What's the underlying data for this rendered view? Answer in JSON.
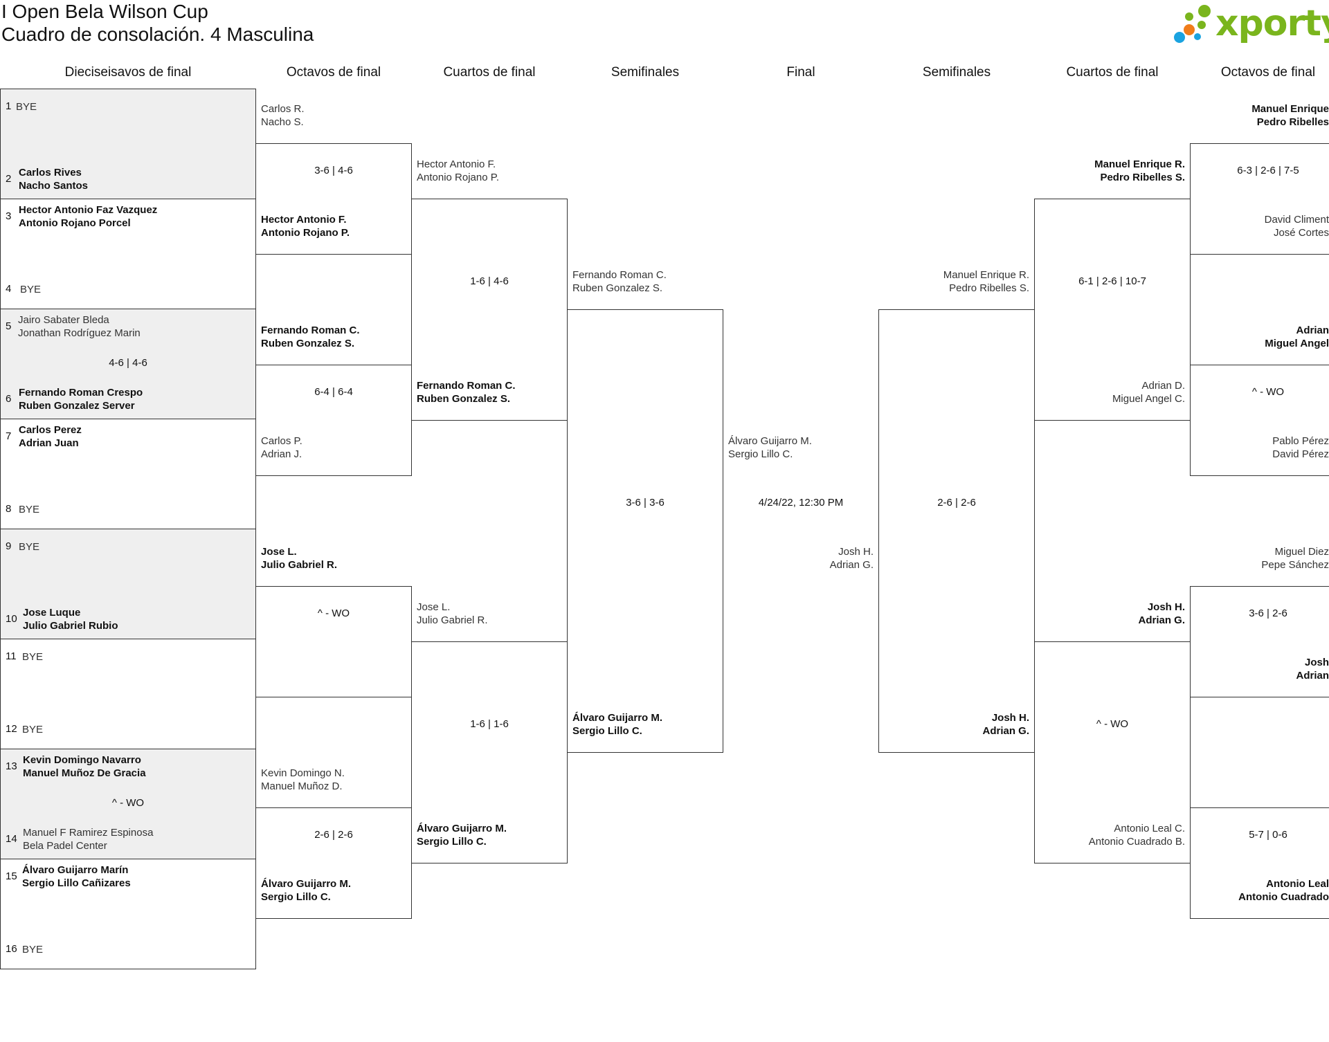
{
  "header": {
    "title": "I Open Bela Wilson Cup",
    "subtitle": "Cuadro de consolación. 4 Masculina",
    "brand": "xporty",
    "brand_color": "#7ab51d"
  },
  "columns": [
    "Dieciseisavos de final",
    "Octavos de final",
    "Cuartos de final",
    "Semifinales",
    "Final",
    "Semifinales",
    "Cuartos de final",
    "Octavos de final"
  ],
  "r32": {
    "slots": [
      {
        "num": "1",
        "p1": "BYE",
        "p2": ""
      },
      {
        "num": "2",
        "p1": "Carlos Rives",
        "p2": "Nacho Santos"
      },
      {
        "num": "3",
        "p1": "Hector Antonio Faz Vazquez",
        "p2": "Antonio Rojano Porcel"
      },
      {
        "num": "4",
        "p1": "BYE",
        "p2": ""
      },
      {
        "num": "5",
        "p1": "Jairo Sabater Bleda",
        "p2": "Jonathan Rodríguez Marin"
      },
      {
        "num": "6",
        "p1": "Fernando Roman Crespo",
        "p2": "Ruben Gonzalez Server"
      },
      {
        "num": "7",
        "p1": "Carlos Perez",
        "p2": "Adrian Juan"
      },
      {
        "num": "8",
        "p1": "BYE",
        "p2": ""
      },
      {
        "num": "9",
        "p1": "BYE",
        "p2": ""
      },
      {
        "num": "10",
        "p1": "Jose Luque",
        "p2": "Julio Gabriel Rubio"
      },
      {
        "num": "11",
        "p1": "BYE",
        "p2": ""
      },
      {
        "num": "12",
        "p1": "BYE",
        "p2": ""
      },
      {
        "num": "13",
        "p1": "Kevin Domingo Navarro",
        "p2": "Manuel Muñoz De Gracia"
      },
      {
        "num": "14",
        "p1": "Manuel F Ramirez Espinosa",
        "p2": "Bela Padel Center"
      },
      {
        "num": "15",
        "p1": "Álvaro Guijarro Marín",
        "p2": "Sergio Lillo Cañizares"
      },
      {
        "num": "16",
        "p1": "BYE",
        "p2": ""
      }
    ],
    "scores": [
      "4-6 | 4-6",
      "^ - WO"
    ]
  },
  "left": {
    "r16": [
      {
        "a": "Carlos R.",
        "b": "Nacho S."
      },
      {
        "a": "Hector Antonio F.",
        "b": "Antonio Rojano P."
      },
      {
        "a": "Fernando Roman C.",
        "b": "Ruben Gonzalez S."
      },
      {
        "a": "Carlos P.",
        "b": "Adrian J."
      },
      {
        "a": "Jose L.",
        "b": "Julio Gabriel R."
      },
      {
        "a": "Kevin Domingo N.",
        "b": "Manuel Muñoz D."
      },
      {
        "a": "Álvaro Guijarro M.",
        "b": "Sergio Lillo C."
      }
    ],
    "r16_scores": [
      "3-6 | 4-6",
      "6-4 | 6-4",
      "^ - WO",
      "2-6 | 2-6"
    ],
    "qf": [
      {
        "a": "Hector Antonio F.",
        "b": "Antonio Rojano P."
      },
      {
        "a": "Fernando Roman C.",
        "b": "Ruben Gonzalez S."
      },
      {
        "a": "Jose L.",
        "b": "Julio Gabriel R."
      },
      {
        "a": "Álvaro Guijarro M.",
        "b": "Sergio Lillo C."
      }
    ],
    "qf_scores": [
      "1-6 | 4-6",
      "1-6 | 1-6"
    ],
    "sf": [
      {
        "a": "Fernando Roman C.",
        "b": "Ruben Gonzalez S."
      },
      {
        "a": "Álvaro Guijarro M.",
        "b": "Sergio Lillo C."
      }
    ],
    "sf_score": "3-6 | 3-6"
  },
  "final": {
    "left": {
      "a": "Álvaro Guijarro M.",
      "b": "Sergio Lillo C."
    },
    "right": {
      "a": "Josh H.",
      "b": "Adrian G."
    },
    "datetime": "4/24/22, 12:30 PM"
  },
  "right": {
    "sf": [
      {
        "a": "Manuel Enrique R.",
        "b": "Pedro Ribelles S."
      },
      {
        "a": "Josh H.",
        "b": "Adrian G."
      }
    ],
    "sf_score": "2-6 | 2-6",
    "qf": [
      {
        "a": "Manuel Enrique R.",
        "b": "Pedro Ribelles S."
      },
      {
        "a": "Adrian D.",
        "b": "Miguel Angel C."
      },
      {
        "a": "Josh H.",
        "b": "Adrian G."
      },
      {
        "a": "Antonio Leal C.",
        "b": "Antonio Cuadrado B."
      }
    ],
    "qf_scores": [
      "6-1 | 2-6 | 10-7",
      "^ - WO"
    ],
    "r16": [
      {
        "a": "Manuel Enrique",
        "b": "Pedro Ribelles"
      },
      {
        "a": "David Climent",
        "b": "José Cortes"
      },
      {
        "a": "Adrian",
        "b": "Miguel Angel"
      },
      {
        "a": "Pablo Pérez",
        "b": "David Pérez"
      },
      {
        "a": "Miguel Diez",
        "b": "Pepe Sánchez"
      },
      {
        "a": "Josh",
        "b": "Adrian"
      },
      {
        "a": "Antonio Leal",
        "b": "Antonio Cuadrado"
      }
    ],
    "r16_scores": [
      "6-3 | 2-6 | 7-5",
      "^ - WO",
      "3-6 | 2-6",
      "5-7 | 0-6"
    ]
  }
}
